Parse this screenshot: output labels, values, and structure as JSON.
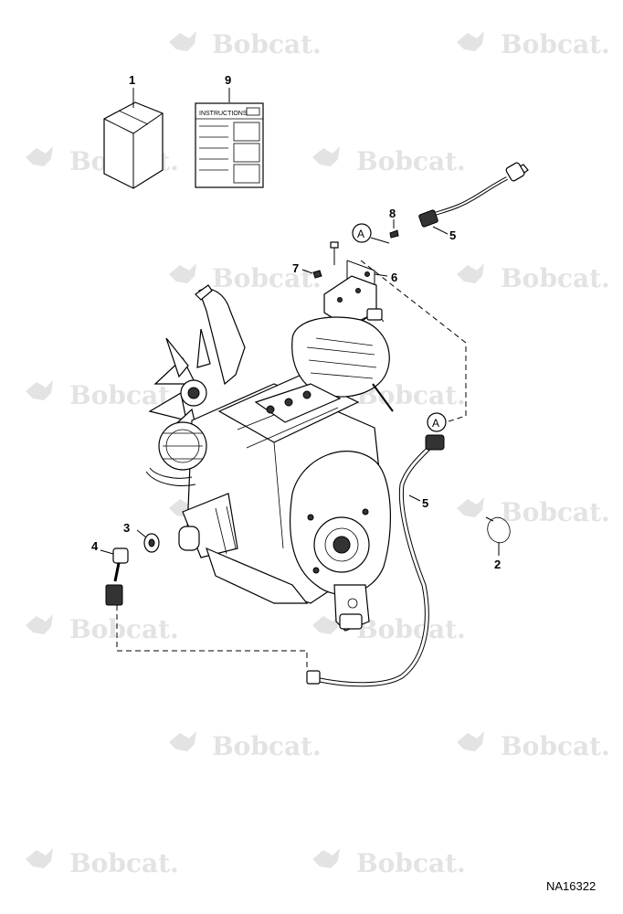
{
  "watermark": {
    "brand": "Bobcat."
  },
  "callouts": {
    "c1": "1",
    "c2": "2",
    "c3": "3",
    "c4": "4",
    "c5a": "5",
    "c5b": "5",
    "c6": "6",
    "c7": "7",
    "c8": "8",
    "c9": "9"
  },
  "connectors": {
    "a1": "A",
    "a2": "A"
  },
  "manual": {
    "title": "INSTRUCTIONS"
  },
  "figure": {
    "ref": "NA16322"
  }
}
